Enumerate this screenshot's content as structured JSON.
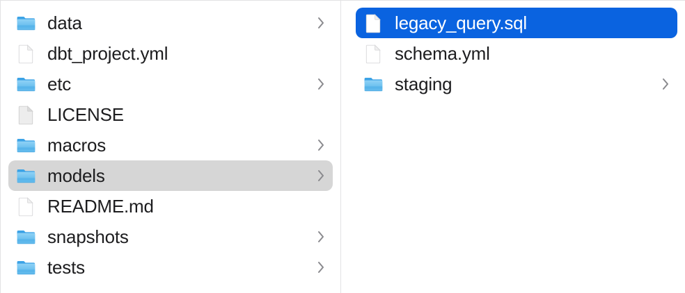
{
  "window": {
    "app": "Finder",
    "view_mode": "column",
    "background_color": "#ffffff",
    "divider_color": "#e2e2e4"
  },
  "colors": {
    "selection_active": "#0a63e0",
    "selection_active_text": "#ffffff",
    "selection_inactive": "#d6d6d6",
    "text": "#1d1d1f",
    "chevron": "#8a8a8e",
    "folder_blue": "#6ec2f0",
    "folder_blue_dark": "#3aa0e0",
    "document_white": "#ffffff",
    "document_gray": "#ededed"
  },
  "columns": [
    {
      "name": "parent-column",
      "items": [
        {
          "label": "data",
          "kind": "folder",
          "icon": "folder-icon",
          "has_chevron": true,
          "selected": false,
          "selection_state": "none"
        },
        {
          "label": "dbt_project.yml",
          "kind": "file",
          "icon": "document-icon",
          "has_chevron": false,
          "selected": false,
          "selection_state": "none"
        },
        {
          "label": "etc",
          "kind": "folder",
          "icon": "folder-icon",
          "has_chevron": true,
          "selected": false,
          "selection_state": "none"
        },
        {
          "label": "LICENSE",
          "kind": "file-generic",
          "icon": "document-plain-icon",
          "has_chevron": false,
          "selected": false,
          "selection_state": "none"
        },
        {
          "label": "macros",
          "kind": "folder",
          "icon": "folder-icon",
          "has_chevron": true,
          "selected": false,
          "selection_state": "none"
        },
        {
          "label": "models",
          "kind": "folder",
          "icon": "folder-icon",
          "has_chevron": true,
          "selected": true,
          "selection_state": "inactive"
        },
        {
          "label": "README.md",
          "kind": "file",
          "icon": "document-icon",
          "has_chevron": false,
          "selected": false,
          "selection_state": "none"
        },
        {
          "label": "snapshots",
          "kind": "folder",
          "icon": "folder-icon",
          "has_chevron": true,
          "selected": false,
          "selection_state": "none"
        },
        {
          "label": "tests",
          "kind": "folder",
          "icon": "folder-icon",
          "has_chevron": true,
          "selected": false,
          "selection_state": "none"
        }
      ]
    },
    {
      "name": "child-column",
      "items": [
        {
          "label": "legacy_query.sql",
          "kind": "file",
          "icon": "document-icon",
          "has_chevron": false,
          "selected": true,
          "selection_state": "active"
        },
        {
          "label": "schema.yml",
          "kind": "file",
          "icon": "document-icon",
          "has_chevron": false,
          "selected": false,
          "selection_state": "none"
        },
        {
          "label": "staging",
          "kind": "folder",
          "icon": "folder-icon",
          "has_chevron": true,
          "selected": false,
          "selection_state": "none"
        }
      ]
    }
  ]
}
